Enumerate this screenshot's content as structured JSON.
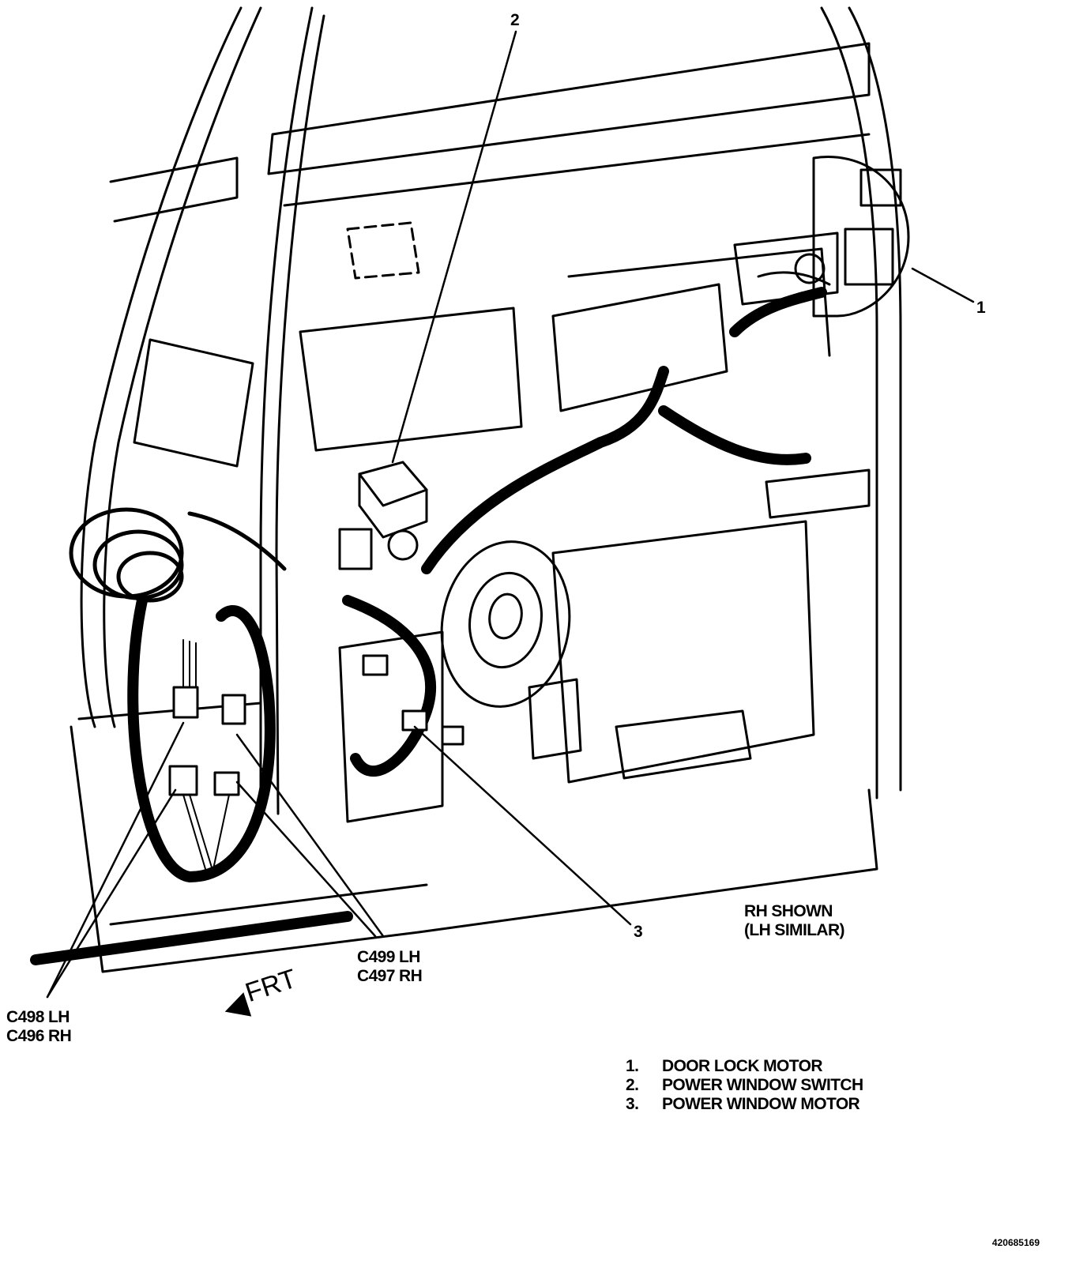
{
  "callouts": {
    "c1": "1",
    "c2": "2",
    "c3": "3"
  },
  "note": {
    "line1": "RH SHOWN",
    "line2": "(LH SIMILAR)"
  },
  "connectors": {
    "c499_lh": "C499 LH",
    "c497_rh": "C497 RH",
    "c498_lh": "C498 LH",
    "c496_rh": "C496 RH"
  },
  "direction": {
    "label": "FRT"
  },
  "legend": [
    {
      "num": "1.",
      "text": "DOOR LOCK MOTOR"
    },
    {
      "num": "2.",
      "text": "POWER WINDOW SWITCH"
    },
    {
      "num": "3.",
      "text": "POWER WINDOW MOTOR"
    }
  ],
  "figure_id": "420685169"
}
